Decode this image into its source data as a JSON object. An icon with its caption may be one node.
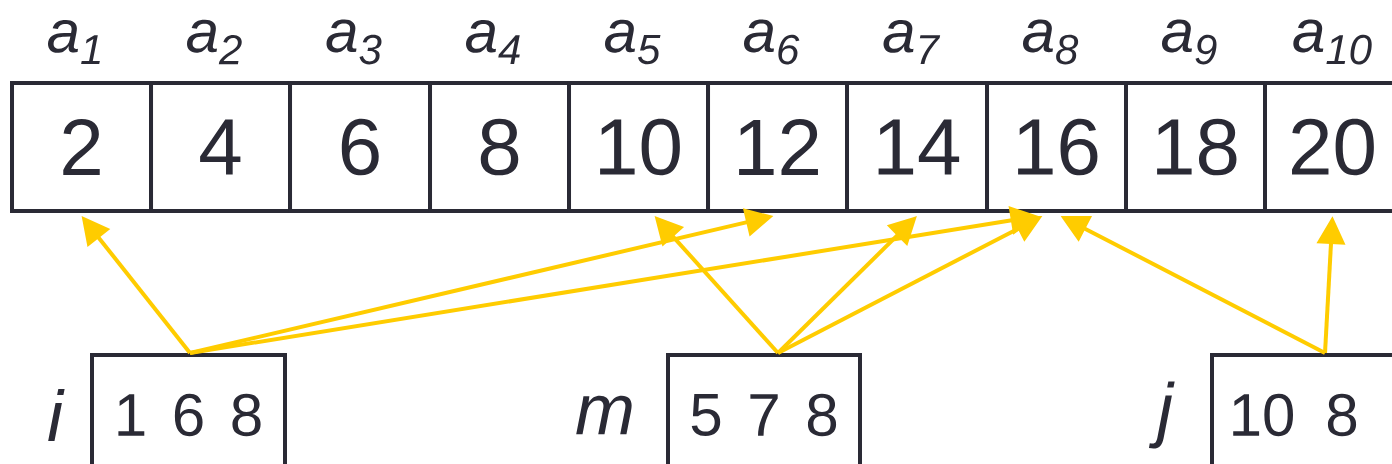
{
  "diagram": {
    "nodes": [
      {
        "text": [
          "2"
        ],
        "beside": [
          "a$_{1}$"
        ]
      },
      {
        "text": [
          "4"
        ],
        "beside": [
          "a$_{2}$"
        ]
      },
      {
        "text": [
          "6"
        ],
        "beside": [
          "a$_{3}$"
        ]
      },
      {
        "text": [
          "8"
        ],
        "beside": [
          "a$_{4}$"
        ]
      },
      {
        "text": [
          "10"
        ],
        "beside": [
          "a$_{5}$"
        ]
      },
      {
        "text": [
          "12"
        ],
        "beside": [
          "a$_{6}$"
        ]
      },
      {
        "text": [
          "14"
        ],
        "beside": [
          "a$_{7}$"
        ]
      },
      {
        "text": [
          "16"
        ],
        "beside": [
          "a$_{8}$"
        ]
      },
      {
        "text": [
          "18"
        ],
        "beside": [
          "a$_{9}$"
        ]
      },
      {
        "text": [
          "20"
        ],
        "beside": [
          "a$_{10}$"
        ]
      },
      {
        "text": [
          "1",
          "6",
          "8"
        ],
        "beside": [
          "i"
        ]
      },
      {
        "text": [
          "5",
          "7",
          "8"
        ],
        "beside": [
          "m"
        ]
      },
      {
        "text": [
          "10",
          "8"
        ],
        "beside": [
          "j"
        ]
      }
    ],
    "edges": [
      {
        "from": 10,
        "to": 0,
        "arrow": "to"
      },
      {
        "from": 10,
        "to": 5,
        "arrow": "to"
      },
      {
        "from": 10,
        "to": 7,
        "arrow": "to"
      },
      {
        "from": 11,
        "to": 4,
        "arrow": "to"
      },
      {
        "from": 11,
        "to": 6,
        "arrow": "to"
      },
      {
        "from": 11,
        "to": 7,
        "arrow": "to"
      },
      {
        "from": 12,
        "to": 7,
        "arrow": "to"
      },
      {
        "from": 12,
        "to": 9,
        "arrow": "to"
      }
    ]
  }
}
